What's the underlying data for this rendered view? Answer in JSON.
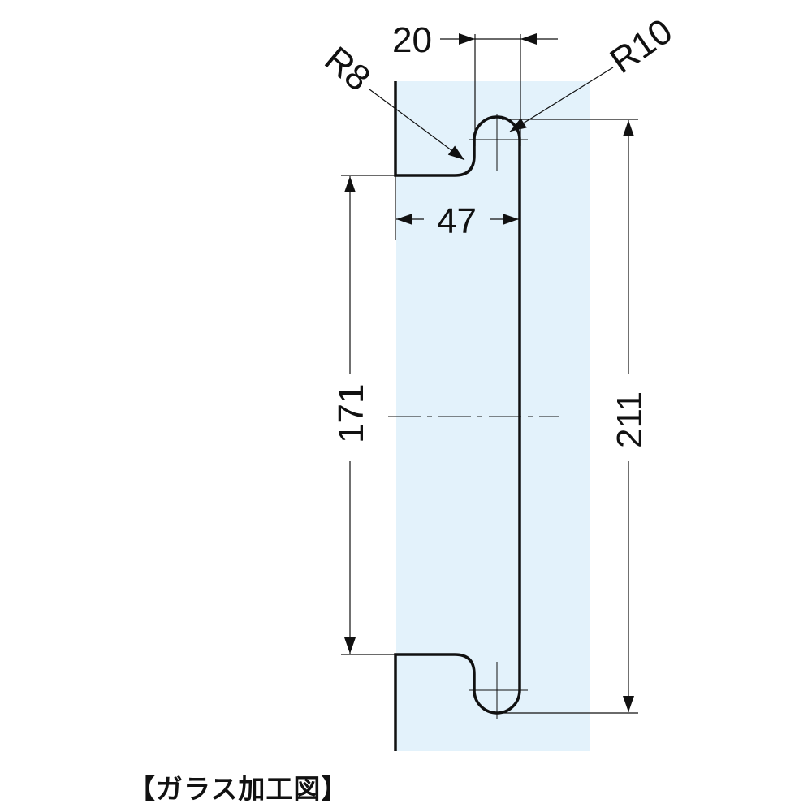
{
  "title": "【ガラス加工図】",
  "colors": {
    "glass": "#e3f2fb",
    "line": "#111111"
  },
  "dimensions": {
    "notch_width": "20",
    "notch_depth": "47",
    "inner_height": "171",
    "outer_height": "211",
    "radius_small": "R8",
    "radius_large": "R10"
  }
}
